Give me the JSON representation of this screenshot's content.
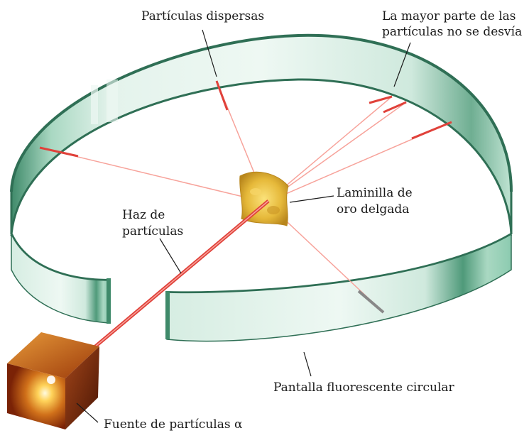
{
  "labels": {
    "scattered": "Partículas dispersas",
    "undeflected_line1": "La mayor parte de las",
    "undeflected_line2": "partículas no se desvía",
    "foil_line1": "Laminilla de",
    "foil_line2": "oro delgada",
    "beam_line1": "Haz de",
    "beam_line2": "partículas",
    "screen": "Pantalla fluorescente circular",
    "source": "Fuente de partículas α"
  },
  "colors": {
    "screen_light": "#e4f3ec",
    "screen_mid": "#bfe3d2",
    "screen_dark": "#3f8a6a",
    "screen_rim": "#2f6f55",
    "beam": "#e0413a",
    "beam_glow": "#f7a39b",
    "foil": "#e6b93a",
    "source_front": "#8a2a08",
    "source_glow": "#fff4c0"
  }
}
